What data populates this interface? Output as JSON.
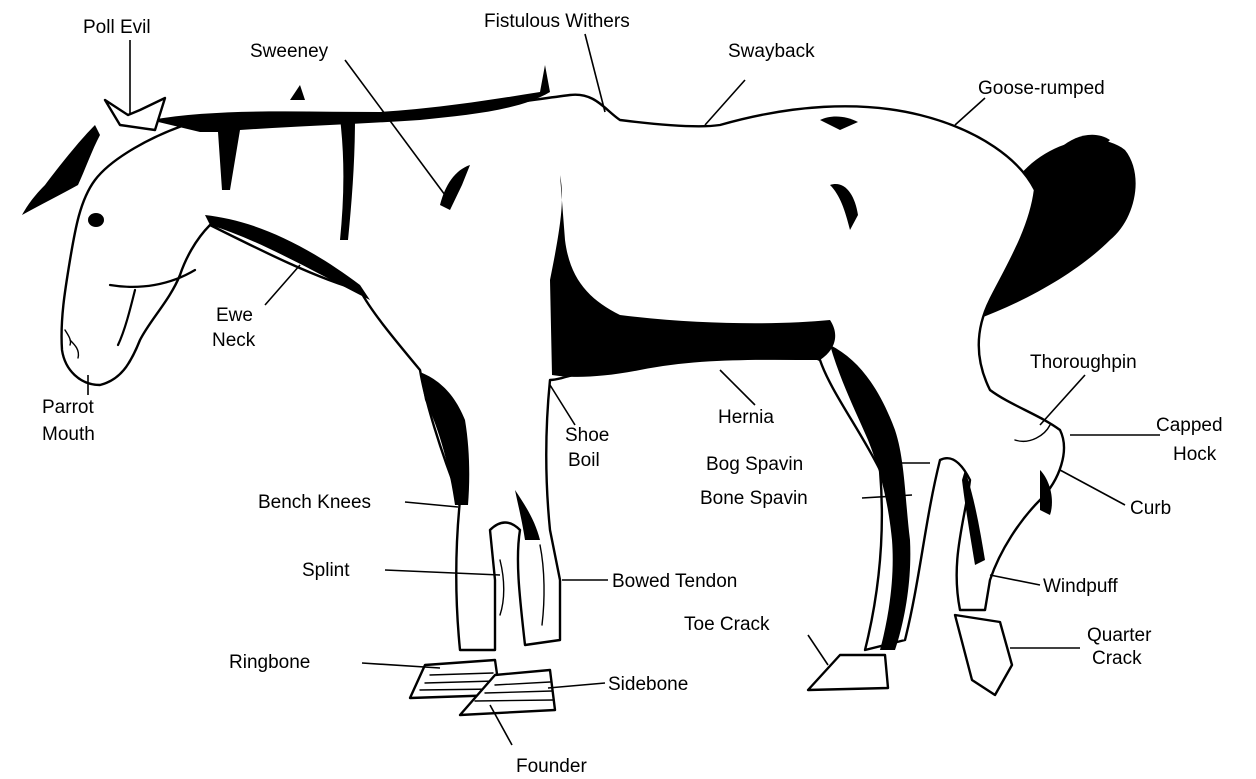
{
  "labels": {
    "poll_evil": "Poll Evil",
    "fistulous_withers": "Fistulous Withers",
    "sweeney": "Sweeney",
    "swayback": "Swayback",
    "goose_rumped": "Goose-rumped",
    "ewe_neck": [
      "Ewe",
      "Neck"
    ],
    "parrot_mouth": [
      "Parrot",
      "Mouth"
    ],
    "shoe_boil": [
      "Shoe",
      "Boil"
    ],
    "hernia": "Hernia",
    "thoroughpin": "Thoroughpin",
    "capped_hock": [
      "Capped",
      "Hock"
    ],
    "bog_spavin": "Bog Spavin",
    "bone_spavin": "Bone Spavin",
    "curb": "Curb",
    "bench_knees": "Bench Knees",
    "splint": "Splint",
    "bowed_tendon": "Bowed Tendon",
    "windpuff": "Windpuff",
    "toe_crack": "Toe Crack",
    "quarter_crack": [
      "Quarter",
      "Crack"
    ],
    "ringbone": "Ringbone",
    "sidebone": "Sidebone",
    "founder": "Founder"
  }
}
